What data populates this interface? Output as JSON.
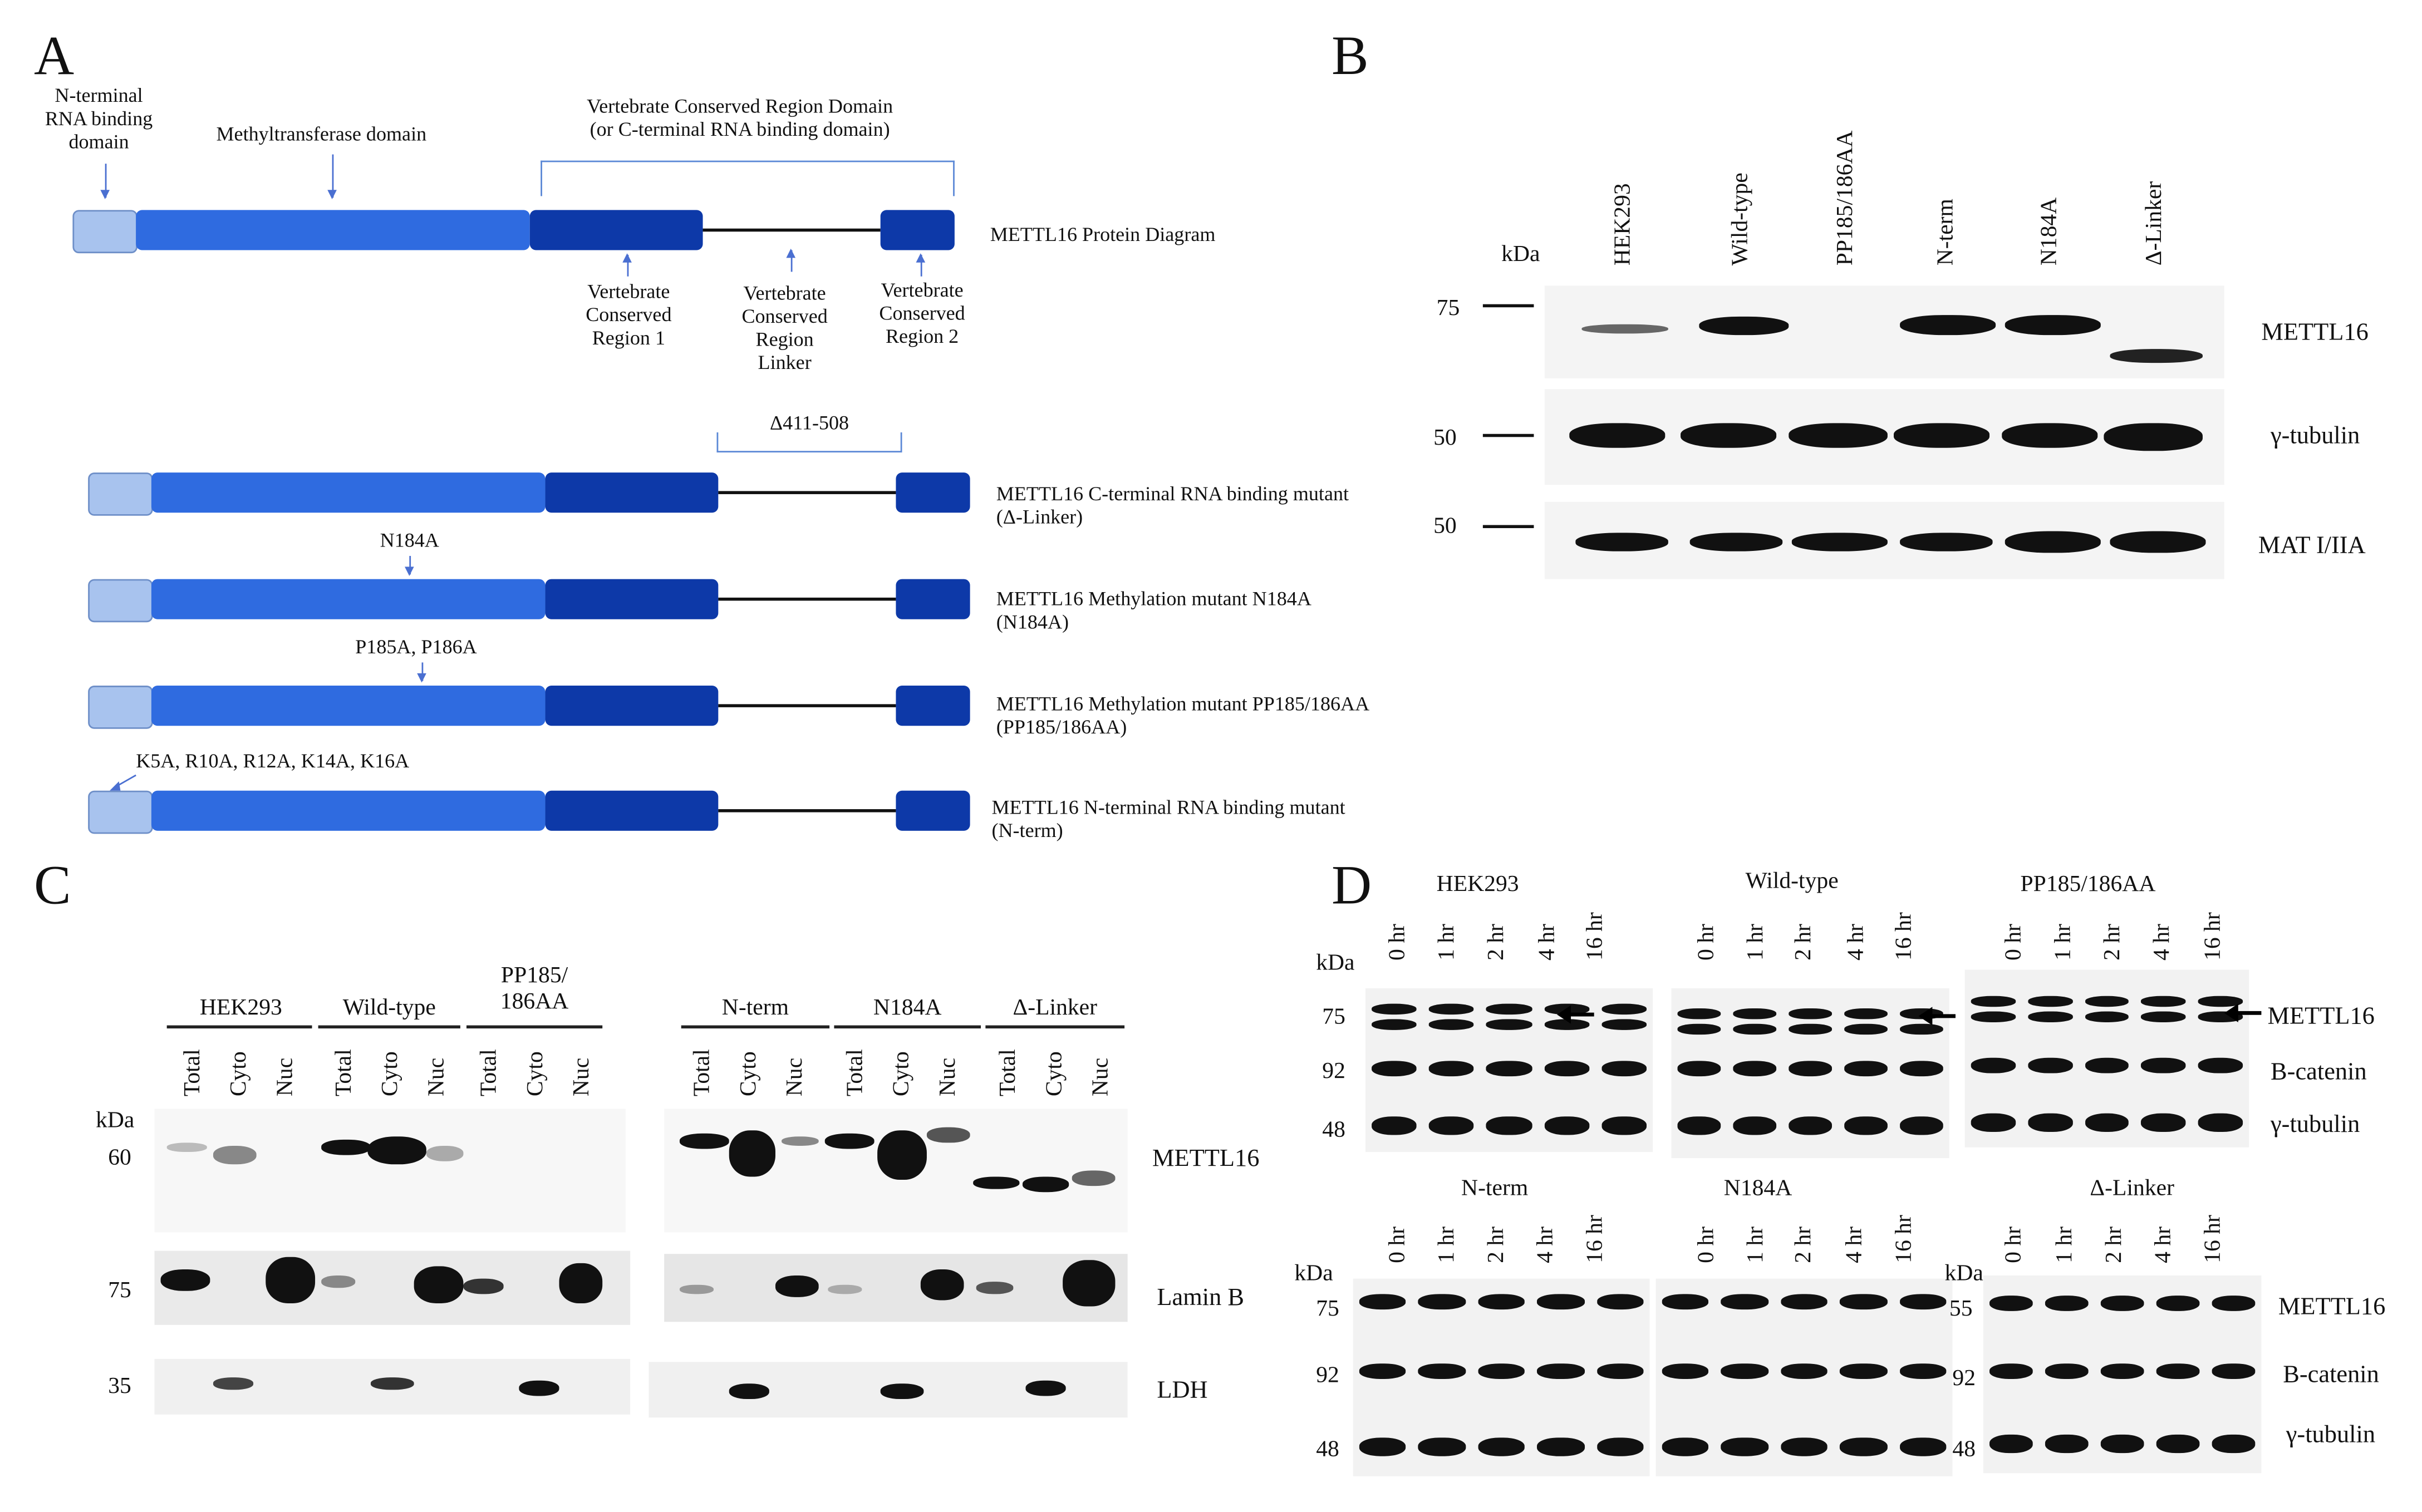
{
  "colors": {
    "light_blue": "#a8c3ee",
    "mid_blue": "#2f6be0",
    "dark_blue": "#0d39a8",
    "linker": "#111111",
    "annotation": "#4a6fd1"
  },
  "panelA": {
    "letter": "A",
    "labels": {
      "nterm_rbd": "N-terminal\nRNA binding\ndomain",
      "mtase": "Methyltransferase domain",
      "vcr_domain": "Vertebrate Conserved Region Domain\n(or C-terminal RNA binding domain)",
      "diagram_name": "METTL16 Protein Diagram",
      "vcr1": "Vertebrate\nConserved\nRegion 1",
      "vcr_linker": "Vertebrate\nConserved\nRegion\nLinker",
      "vcr2": "Vertebrate\nConserved\nRegion 2",
      "deletion": "Δ411-508",
      "n184a_site": "N184A",
      "pp_site": "P185A, P186A",
      "kr_site": "K5A, R10A, R12A, K14A, K16A"
    },
    "mutants": [
      {
        "name": "METTL16 C-terminal RNA binding mutant\n(Δ-Linker)"
      },
      {
        "name": "METTL16 Methylation mutant N184A\n(N184A)"
      },
      {
        "name": "METTL16 Methylation mutant PP185/186AA\n(PP185/186AA)"
      },
      {
        "name": "METTL16 N-terminal RNA binding mutant\n(N-term)"
      }
    ]
  },
  "panelB": {
    "letter": "B",
    "kda": "kDa",
    "lanes": [
      "HEK293",
      "Wild-type",
      "PP185/186AA",
      "N-term",
      "N184A",
      "Δ-Linker"
    ],
    "markers": [
      "75",
      "50",
      "50"
    ],
    "proteins": [
      "METTL16",
      "γ-tubulin",
      "MAT I/IIA"
    ]
  },
  "panelC": {
    "letter": "C",
    "kda": "kDa",
    "groups": [
      "HEK293",
      "Wild-type",
      "PP185/\n186AA",
      "N-term",
      "N184A",
      "Δ-Linker"
    ],
    "fractions": [
      "Total",
      "Cyto",
      "Nuc"
    ],
    "markers": [
      "60",
      "75",
      "35"
    ],
    "proteins": [
      "METTL16",
      "Lamin B",
      "LDH"
    ]
  },
  "panelD": {
    "letter": "D",
    "kda": "kDa",
    "timepoints": [
      "0 hr",
      "1 hr",
      "2 hr",
      "4 hr",
      "16 hr"
    ],
    "blots": [
      {
        "title": "HEK293"
      },
      {
        "title": "Wild-type"
      },
      {
        "title": "PP185/186AA"
      },
      {
        "title": "N-term"
      },
      {
        "title": "N184A"
      },
      {
        "title": "Δ-Linker"
      }
    ],
    "top_markers": [
      "75",
      "92",
      "48"
    ],
    "bottom_markers_left": [
      "75",
      "92",
      "48"
    ],
    "bottom_markers_right": [
      "55",
      "92",
      "48"
    ],
    "proteins": [
      "METTL16",
      "B-catenin",
      "γ-tubulin"
    ]
  }
}
